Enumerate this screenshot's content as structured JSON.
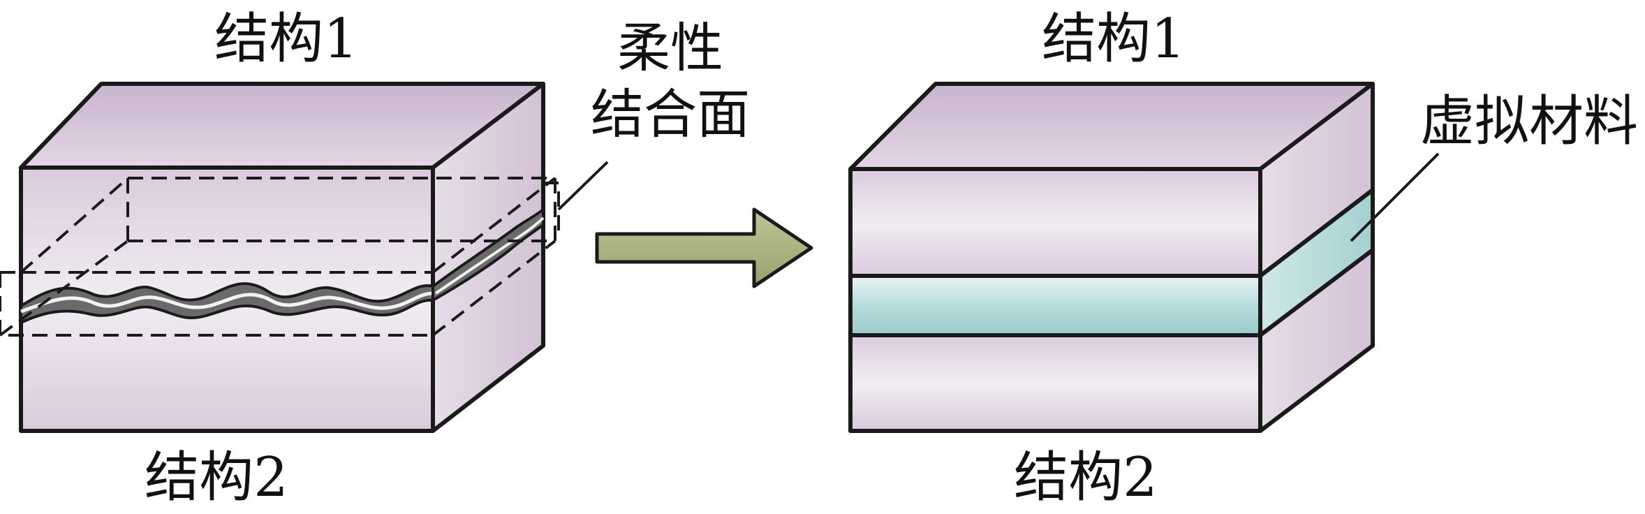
{
  "left_diagram": {
    "top_label": "结构1",
    "bottom_label": "结构2",
    "callout_label_line1": "柔性",
    "callout_label_line2": "结合面"
  },
  "right_diagram": {
    "top_label": "结构1",
    "bottom_label": "结构2",
    "callout_label": "虚拟材料"
  },
  "colors": {
    "block_light": "#efe9f0",
    "block_mid": "#d9cbdc",
    "block_top": "#cdb9d0",
    "virtual_layer_light": "#e8f4f3",
    "virtual_layer_mid": "#a9d3d2",
    "arrow_fill": "#a3ae7a",
    "stroke": "#1a1a1a"
  }
}
